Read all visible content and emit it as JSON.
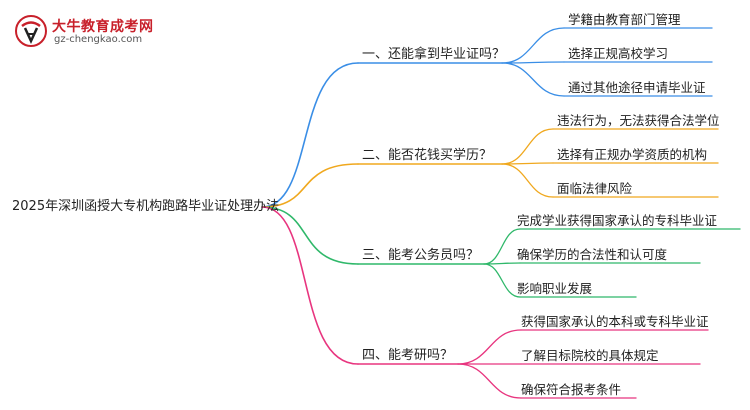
{
  "logo": {
    "title": "大牛教育成考网",
    "url": "gz-chengkao.com"
  },
  "root": {
    "label": "2025年深圳函授大专机构跑路毕业证处理办法"
  },
  "branches": [
    {
      "label": "一、还能拿到毕业证吗？",
      "color": "#3a8ee6",
      "children": [
        "学籍由教育部门管理",
        "选择正规高校学习",
        "通过其他途径申请毕业证"
      ]
    },
    {
      "label": "二、能否花钱买学历？",
      "color": "#f0a81e",
      "children": [
        "违法行为，无法获得合法学位",
        "选择有正规办学资质的机构",
        "面临法律风险"
      ]
    },
    {
      "label": "三、能考公务员吗？",
      "color": "#2fb86a",
      "children": [
        "完成学业获得国家承认的专科毕业证",
        "确保学历的合法性和认可度",
        "影响职业发展"
      ]
    },
    {
      "label": "四、能考研吗？",
      "color": "#e8357f",
      "children": [
        "获得国家承认的本科或专科毕业证",
        "了解目标院校的具体规定",
        "确保符合报考条件"
      ]
    }
  ]
}
